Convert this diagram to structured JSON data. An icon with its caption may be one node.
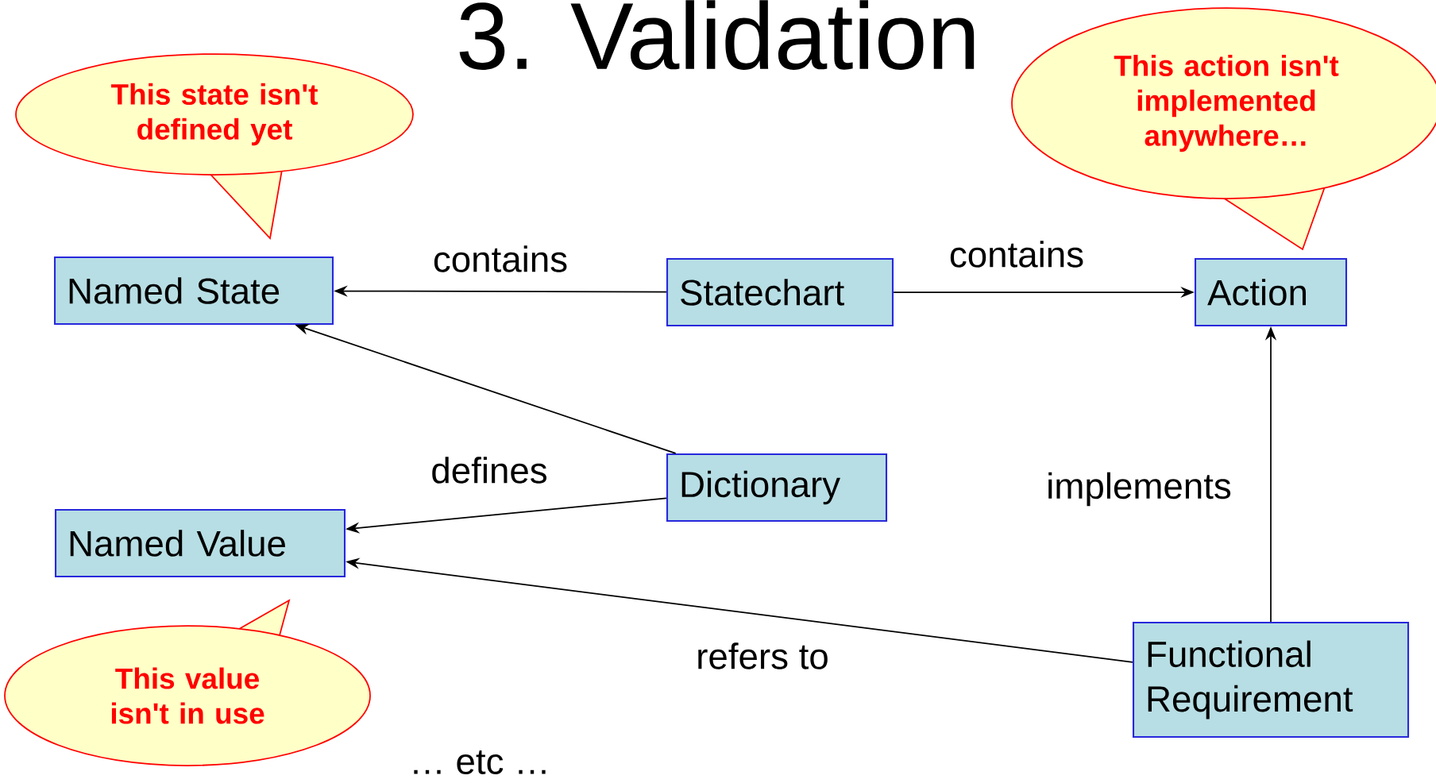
{
  "diagram": {
    "title": "3. Validation",
    "nodes": [
      {
        "text": [
          "Named State"
        ]
      },
      {
        "text": [
          "Statechart"
        ]
      },
      {
        "text": [
          "Action"
        ]
      },
      {
        "text": [
          "Dictionary"
        ]
      },
      {
        "text": [
          "Named Value"
        ]
      },
      {
        "text": [
          "Functional Requirement"
        ]
      },
      {
        "text": [
          "This state isn't defined yet"
        ]
      },
      {
        "text": [
          "This action isn't implemented anywhere…"
        ]
      },
      {
        "text": [
          "This value isn't in use"
        ]
      }
    ],
    "edges": [
      {
        "from": 1,
        "to": 0,
        "arrow": "to",
        "label": "contains"
      },
      {
        "from": 1,
        "to": 2,
        "arrow": "to",
        "label": "contains"
      },
      {
        "from": 3,
        "to": 0,
        "arrow": "to"
      },
      {
        "from": 3,
        "to": 4,
        "arrow": "to",
        "label": "defines"
      },
      {
        "from": 5,
        "to": 4,
        "arrow": "to",
        "label": "refers to"
      },
      {
        "from": 5,
        "to": 2,
        "arrow": "to",
        "label": "implements"
      }
    ],
    "labels": [
      "… etc …"
    ]
  }
}
